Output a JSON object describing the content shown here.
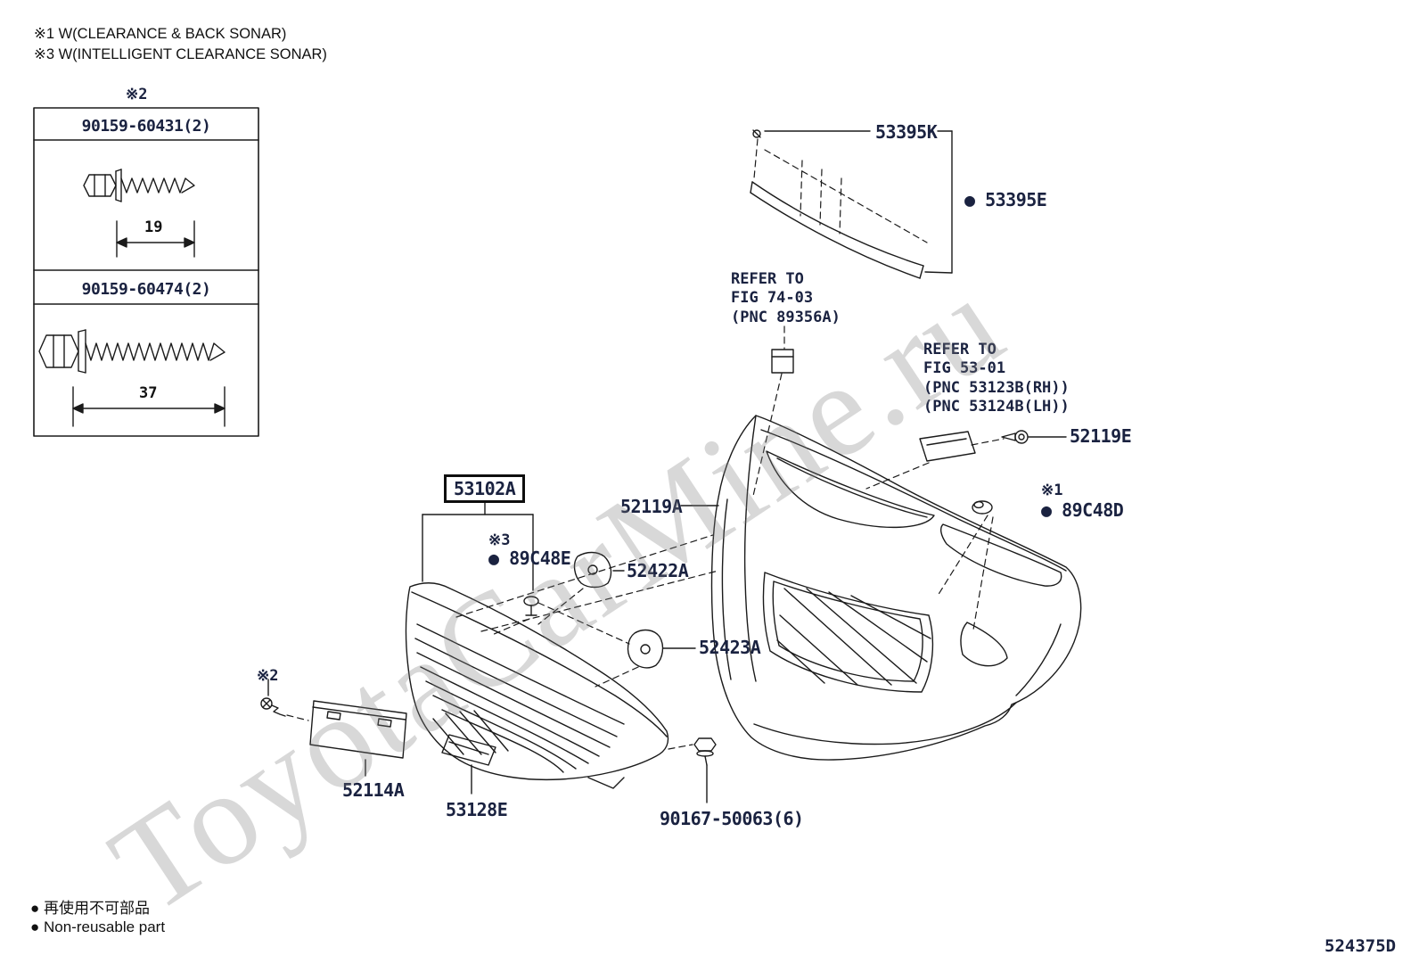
{
  "header_notes": {
    "note1": "※1 W(CLEARANCE & BACK SONAR)",
    "note2": "※3 W(INTELLIGENT CLEARANCE SONAR)"
  },
  "hardware_box": {
    "ref_mark": "※2",
    "sections": [
      {
        "part_number": "90159-60431(2)",
        "dimension_mm": "19"
      },
      {
        "part_number": "90159-60474(2)",
        "dimension_mm": "37"
      }
    ]
  },
  "callouts": {
    "c53395K": "53395K",
    "c53395E": "● 53395E",
    "refer_fig_74_03": {
      "l1": "REFER TO",
      "l2": "FIG 74-03",
      "l3": "(PNC 89356A)"
    },
    "refer_fig_53_01": {
      "l1": "REFER TO",
      "l2": "FIG 53-01",
      "l3": "(PNC 53123B(RH))",
      "l4": "(PNC 53124B(LH))"
    },
    "c52119E": "52119E",
    "c53102A": "53102A",
    "c52119A": "52119A",
    "ref1": "※1",
    "c89C48D": "● 89C48D",
    "ref3": "※3",
    "c89C48E": "● 89C48E",
    "c52422A": "52422A",
    "c52423A": "52423A",
    "ref2": "※2",
    "c52114A": "52114A",
    "c53128E": "53128E",
    "c90167": "90167-50063(6)"
  },
  "legend": {
    "jp": "● 再使用不可部品",
    "en": "● Non-reusable part"
  },
  "footer": {
    "diagram_code": "524375D"
  },
  "watermark": "ToyotaCarMine.ru"
}
